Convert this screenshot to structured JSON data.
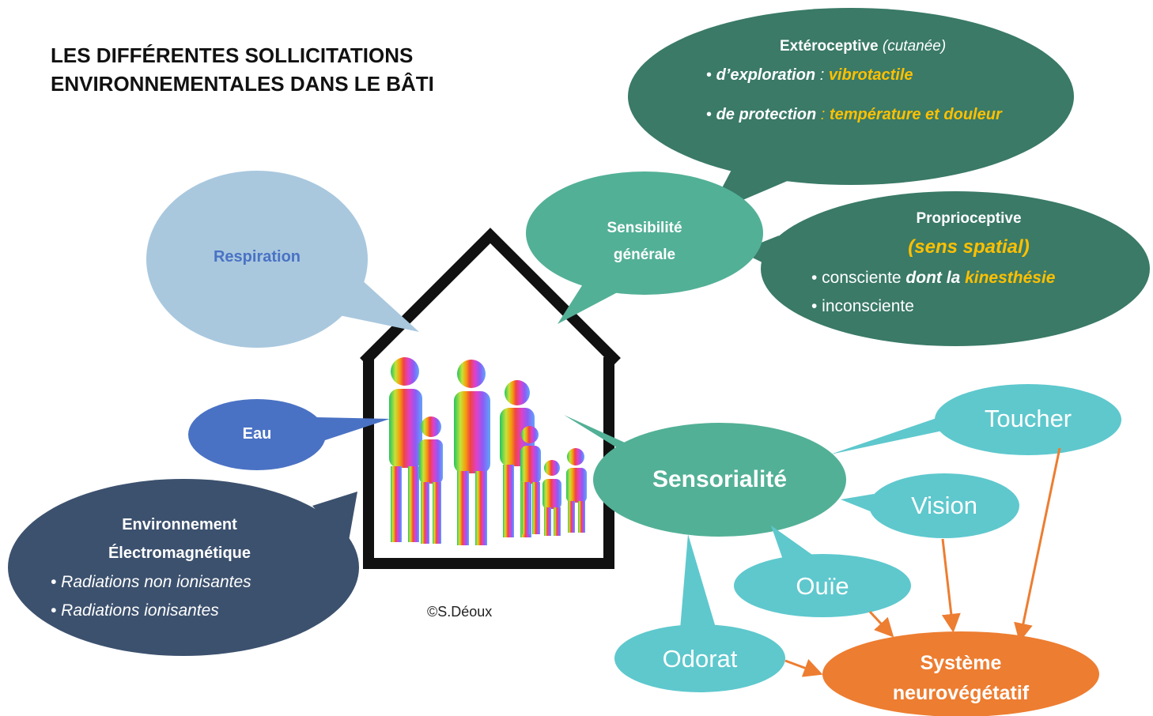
{
  "title": {
    "line1": "LES DIFFÉRENTES SOLLICITATIONS",
    "line2": "ENVIRONNEMENTALES DANS LE BÂTI"
  },
  "colors": {
    "dark_green": "#3a7a67",
    "mid_green": "#52b096",
    "teal": "#5ec8cd",
    "light_blue": "#a9c8de",
    "blue": "#4a72c4",
    "navy": "#3c516e",
    "orange": "#ed7d31",
    "highlight_yellow": "#ffc000"
  },
  "bubbles": {
    "exteroceptive": {
      "heading": "Extéroceptive",
      "heading_note": "(cutanée)",
      "item1_prefix": "• ",
      "item1_term": "d’exploration",
      "item1_sep": " : ",
      "item1_value": "vibrotactile",
      "item2_prefix": "• ",
      "item2_term": "de protection",
      "item2_sep": " : ",
      "item2_value": "température et douleur"
    },
    "sensibilite": {
      "line1": "Sensibilité",
      "line2": "générale"
    },
    "proprioceptive": {
      "heading": "Proprioceptive",
      "subheading": "(sens spatial)",
      "item1_prefix": "• consciente ",
      "item1_emph": "dont la ",
      "item1_highlight": "kinesthésie",
      "item2": "• inconsciente"
    },
    "respiration": "Respiration",
    "eau": "Eau",
    "electromagnetique": {
      "line1": "Environnement",
      "line2": "Électromagnétique",
      "item1": "• Radiations non ionisantes",
      "item2": "• Radiations ionisantes"
    },
    "sensorialite": "Sensorialité",
    "toucher": "Toucher",
    "vision": "Vision",
    "ouie": "Ouïe",
    "odorat": "Odorat",
    "systeme": {
      "line1": "Système",
      "line2": "neurovégétatif"
    }
  },
  "copyright": "©S.Déoux",
  "icons": {
    "house": "house-outline-icon",
    "family": "family-people-icon"
  }
}
